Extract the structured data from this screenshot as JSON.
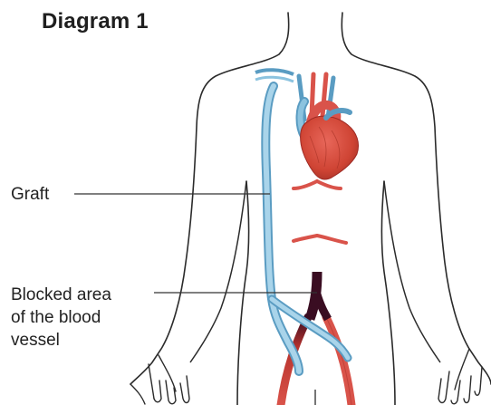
{
  "diagram": {
    "title": "Diagram 1",
    "labels": {
      "graft": "Graft",
      "blocked_line1": "Blocked area",
      "blocked_line2": "of the blood",
      "blocked_line3": "vessel"
    },
    "colors": {
      "outline": "#2b2b2b",
      "artery_red": "#d9534a",
      "artery_dark_red": "#b8322c",
      "vein_blue": "#8cc3df",
      "vein_blue_dark": "#5a9cc2",
      "blockage_dark": "#3a0d22",
      "heart_red": "#d94a3a",
      "leader_line": "#333333"
    }
  }
}
